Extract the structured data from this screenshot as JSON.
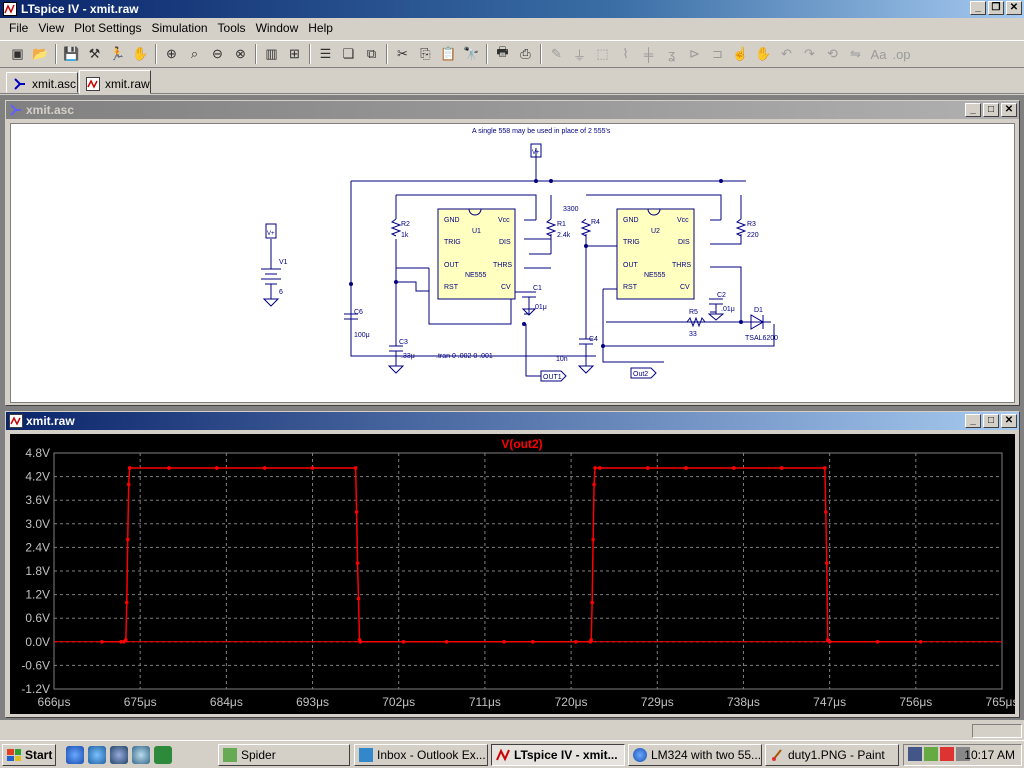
{
  "window": {
    "title": "LTspice IV - xmit.raw"
  },
  "menu": [
    "File",
    "View",
    "Plot Settings",
    "Simulation",
    "Tools",
    "Window",
    "Help"
  ],
  "toolbar_icons": [
    "new-schematic-icon",
    "open-icon",
    "save-icon",
    "control-panel-icon",
    "run-icon",
    "pan-icon",
    "zoom-in-icon",
    "zoom-area-icon",
    "zoom-out-icon",
    "zoom-cancel-icon",
    "autorange-icon",
    "fit-icon",
    "tile-vertical-icon",
    "cascade-icon",
    "close-all-icon",
    "cut-icon",
    "copy-icon",
    "paste-icon",
    "find-icon",
    "print-icon",
    "print-preview-icon",
    "wire-icon",
    "ground-icon",
    "label-icon",
    "resistor-icon",
    "capacitor-icon",
    "inductor-icon",
    "diode-icon",
    "component-icon",
    "move-icon",
    "drag-icon",
    "undo-icon",
    "redo-icon",
    "rotate-icon",
    "mirror-icon",
    "text-icon",
    "spice-directive-icon"
  ],
  "tabs": [
    {
      "label": "xmit.asc",
      "active": false
    },
    {
      "label": "xmit.raw",
      "active": true
    }
  ],
  "schematic_window": {
    "title": "xmit.asc",
    "note": "A single 558 may be used in place of 2 555's",
    "labels": {
      "gnd1": "GND",
      "trig1": "TRIG",
      "out1": "OUT",
      "rst1": "RST",
      "vcc1": "Vcc",
      "dis1": "DIS",
      "thrs1": "THRS",
      "cv1": "CV",
      "u1": "U1",
      "ne1": "NE555",
      "gnd2": "GND",
      "trig2": "TRIG",
      "out2": "OUT",
      "rst2": "RST",
      "vcc2": "Vcc",
      "dis2": "DIS",
      "thrs2": "THRS",
      "cv2": "CV",
      "u2": "U2",
      "ne2": "NE555",
      "r1": "R1",
      "r1v": "2.4k",
      "r2": "R2",
      "r2v": "1k",
      "r3": "R3",
      "r3v": "220",
      "r4": "R4",
      "r4v": "3300",
      "r5": "R5",
      "r5v": "33",
      "c1": "C1",
      "c1v": ".01μ",
      "c2": "C2",
      "c2v": ".01μ",
      "c3": "C3",
      "c3v": ".33μ",
      "c4": "C4",
      "c4v": "10n",
      "c6": "C6",
      "c6v": "100μ",
      "v1": "V1",
      "v1v": "6",
      "d1": "D1",
      "d1v": "TSAL6200",
      "tran": ".tran 0 .002 0 .001",
      "out1_flag": "OUT1",
      "out2_flag": "Out2",
      "vcc_flag": "V+",
      "vcc_flag2": "V+"
    }
  },
  "waveform_window": {
    "title": "xmit.raw",
    "trace_label": "V(out2)"
  },
  "chart_data": {
    "type": "line",
    "title": "V(out2)",
    "xlabel": "",
    "ylabel": "",
    "x_ticks": [
      "666μs",
      "675μs",
      "684μs",
      "693μs",
      "702μs",
      "711μs",
      "720μs",
      "729μs",
      "738μs",
      "747μs",
      "756μs",
      "765μs"
    ],
    "y_ticks": [
      "4.8V",
      "4.2V",
      "3.6V",
      "3.0V",
      "2.4V",
      "1.8V",
      "1.2V",
      "0.6V",
      "0.0V",
      "-0.6V",
      "-1.2V"
    ],
    "xlim": [
      666,
      765
    ],
    "ylim": [
      -1.2,
      4.8
    ],
    "grid": true,
    "series": [
      {
        "name": "V(out2)",
        "color": "#ff0000",
        "x": [
          671,
          673,
          673.3,
          673.5,
          673.6,
          673.7,
          673.8,
          673.9,
          678,
          683,
          688,
          693,
          697.5,
          697.6,
          697.7,
          697.8,
          697.9,
          698.0,
          702.5,
          707,
          713,
          716,
          720.5,
          722.0,
          722.1,
          722.2,
          722.3,
          722.4,
          722.5,
          723,
          728,
          732,
          737,
          742,
          746.5,
          746.6,
          746.7,
          746.8,
          747.0,
          752,
          756.5
        ],
        "y": [
          0,
          0,
          0,
          0.05,
          1.0,
          2.6,
          4.0,
          4.42,
          4.42,
          4.42,
          4.42,
          4.42,
          4.42,
          3.3,
          2.0,
          1.1,
          0.05,
          0,
          0,
          0,
          0,
          0,
          0,
          0,
          0.05,
          1.0,
          2.6,
          4.0,
          4.42,
          4.42,
          4.42,
          4.42,
          4.42,
          4.42,
          4.42,
          3.3,
          2.0,
          0.05,
          0,
          0,
          0
        ]
      }
    ]
  },
  "taskbar": {
    "start": "Start",
    "buttons": [
      "Spider",
      "Inbox - Outlook Ex...",
      "LTspice IV - xmit...",
      "LM324 with two 55...",
      "duty1.PNG - Paint"
    ],
    "clock": "10:17 AM"
  }
}
